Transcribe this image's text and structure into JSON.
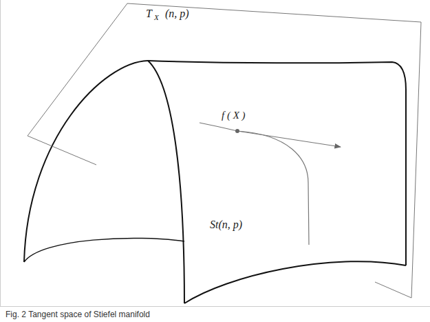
{
  "diagram": {
    "caption": "Fig. 2 Tangent space of Stiefel manifold",
    "labels": [
      "T",
      "X",
      "(n, p)",
      "f ( X )",
      "St(n, p)"
    ]
  }
}
